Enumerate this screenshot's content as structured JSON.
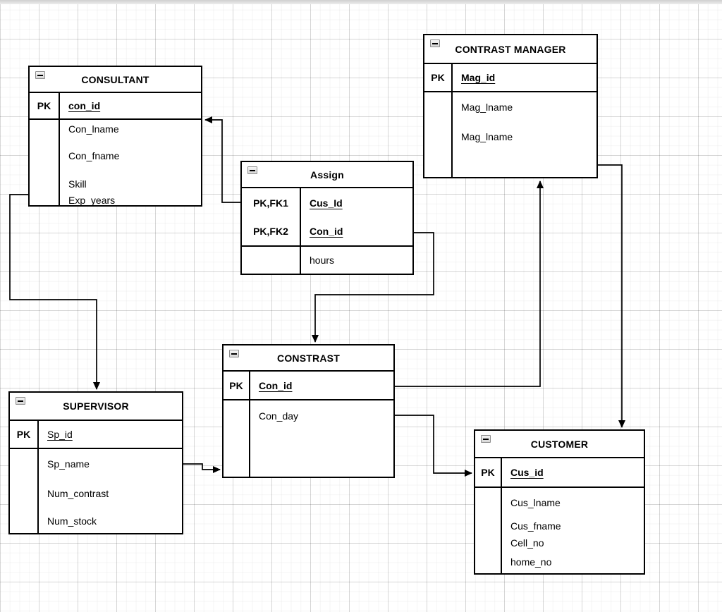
{
  "diagram": {
    "type": "entity-relationship",
    "canvas": "grid",
    "colors": {
      "entity_border": "#000000",
      "entity_bg": "#ffffff",
      "line": "#000000",
      "canvas_bg": "#ffffff"
    },
    "collapse_icon": "minus"
  },
  "entities": {
    "consultant": {
      "title": "CONSULTANT",
      "keys": [
        {
          "tag": "PK",
          "name": "con_id"
        }
      ],
      "attributes": [
        "Con_lname",
        "Con_fname",
        "Skill",
        "Exp_years"
      ]
    },
    "contrast_manager": {
      "title": "CONTRAST MANAGER",
      "keys": [
        {
          "tag": "PK",
          "name": "Mag_id"
        }
      ],
      "attributes": [
        "Mag_lname",
        "Mag_lname"
      ]
    },
    "assign": {
      "title": "Assign",
      "keys": [
        {
          "tag": "PK,FK1",
          "name": "Cus_Id"
        },
        {
          "tag": "PK,FK2",
          "name": "Con_id"
        }
      ],
      "attributes": [
        "hours"
      ]
    },
    "constrast": {
      "title": "CONSTRAST",
      "keys": [
        {
          "tag": "PK",
          "name": "Con_id"
        }
      ],
      "attributes": [
        "Con_day"
      ]
    },
    "supervisor": {
      "title": "SUPERVISOR",
      "keys": [
        {
          "tag": "PK",
          "name": "Sp_id"
        }
      ],
      "attributes": [
        "Sp_name",
        "Num_contrast",
        "Num_stock"
      ]
    },
    "customer": {
      "title": "CUSTOMER",
      "keys": [
        {
          "tag": "PK",
          "name": "Cus_id"
        }
      ],
      "attributes": [
        "Cus_lname",
        "Cus_fname",
        "Cell_no",
        "home_no"
      ]
    }
  },
  "relationships": [
    {
      "from": "Assign",
      "to": "CONSULTANT"
    },
    {
      "from": "CONSULTANT",
      "to": "SUPERVISOR"
    },
    {
      "from": "SUPERVISOR",
      "to": "CONSTRAST"
    },
    {
      "from": "Assign",
      "to": "CONSTRAST"
    },
    {
      "from": "CONSTRAST",
      "to": "CONTRAST MANAGER"
    },
    {
      "from": "CONSTRAST",
      "to": "CUSTOMER"
    },
    {
      "from": "CONTRAST MANAGER",
      "to": "CUSTOMER"
    }
  ]
}
